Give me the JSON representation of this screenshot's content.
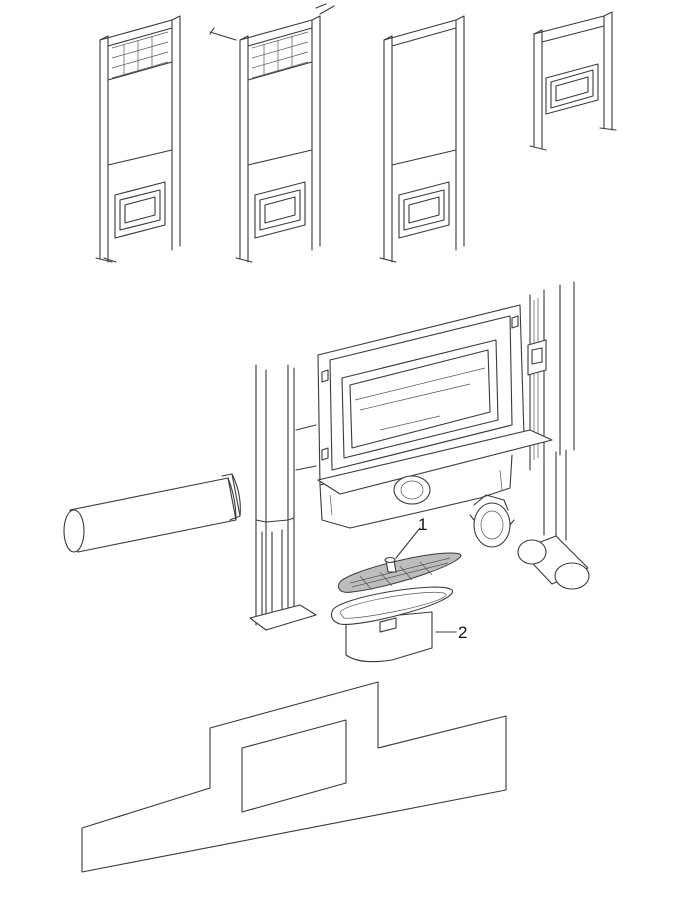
{
  "callouts": [
    {
      "label": "1",
      "part": "strainer-cover"
    },
    {
      "label": "2",
      "part": "drain-sleeve"
    }
  ],
  "colors": {
    "line": "#3a3a3a",
    "fill": "#ffffff",
    "shade": "#bdbdbd"
  }
}
